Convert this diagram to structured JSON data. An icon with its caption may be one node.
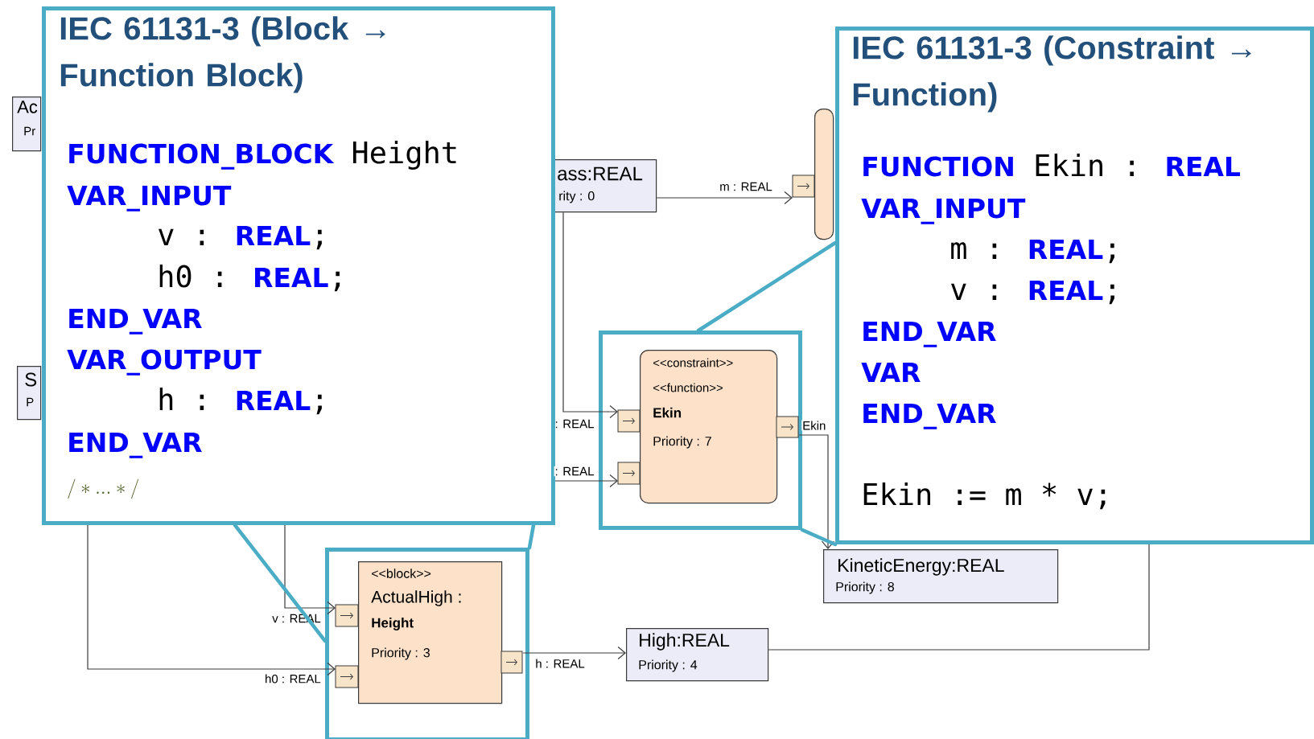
{
  "diagram": {
    "nodes": [
      {
        "text": [
          "Ac",
          "Pr"
        ]
      },
      {
        "text": [
          "S",
          "P"
        ]
      },
      {
        "text": [
          "ass:REAL",
          "rity : 0"
        ]
      },
      {
        "text": [],
        "shape": "box"
      },
      {
        "text": [],
        "shape": "box"
      },
      {
        "text": [
          "<<constraint>>",
          "<<function>>",
          "Ekin",
          "Priority : 7"
        ],
        "in": 4
      },
      {
        "text": [
          "KineticEnergy:REAL",
          "Priority : 8"
        ]
      },
      {
        "text": [],
        "shape": "box"
      },
      {
        "text": [
          "<<block>>",
          "ActualHigh :",
          "Height",
          "Priority : 3"
        ],
        "in": 7
      },
      {
        "text": [
          "High:REAL",
          "Priority : 4"
        ]
      },
      {
        "text": [
          "IEC 61131-3 (Block → Function Block)",
          "**FUNCTION_BLOCK** Height",
          "VAR_INPUT",
          "v : **REAL**;",
          "h0 : **REAL**;",
          "END_VAR",
          "VAR_OUTPUT",
          "h : **REAL**;",
          "END_VAR",
          "/*...*/"
        ]
      },
      {
        "text": [
          "IEC 61131-3 (Constraint → Function)",
          "**FUNCTION** Ekin : **REAL**",
          "VAR_INPUT",
          "m : **REAL**;",
          "v : **REAL**;",
          "END_VAR",
          "VAR",
          "END_VAR",
          "Ekin := m * v;"
        ]
      }
    ],
    "edges": [
      {
        "from": 2,
        "to": 3,
        "arrow": "to",
        "label": "m : REAL"
      },
      {
        "from": 2,
        "to": 5,
        "arrow": "to",
        "label": ": REAL"
      },
      {
        "from": 10,
        "to": 5,
        "arrow": "to",
        "label": ": REAL"
      },
      {
        "from": 5,
        "to": 6,
        "arrow": "to",
        "label": "Ekin"
      },
      {
        "from": 8,
        "to": 9,
        "arrow": "to",
        "label": "h : REAL"
      },
      {
        "from": 10,
        "to": 8,
        "arrow": "to",
        "label": "v : REAL"
      },
      {
        "from": 10,
        "to": 8,
        "arrow": "to",
        "label": "h0 : REAL"
      },
      {
        "from": 9,
        "to": 11,
        "arrow": "none"
      },
      {
        "from": 7,
        "to": 10,
        "arrow": "none",
        "style": "thick",
        "color": "#4bacc6"
      },
      {
        "from": 7,
        "to": 10,
        "arrow": "none",
        "style": "thick",
        "color": "#4bacc6"
      },
      {
        "from": 4,
        "to": 11,
        "arrow": "none",
        "style": "thick",
        "color": "#4bacc6"
      },
      {
        "from": 4,
        "to": 11,
        "arrow": "none",
        "style": "thick",
        "color": "#4bacc6"
      }
    ]
  }
}
